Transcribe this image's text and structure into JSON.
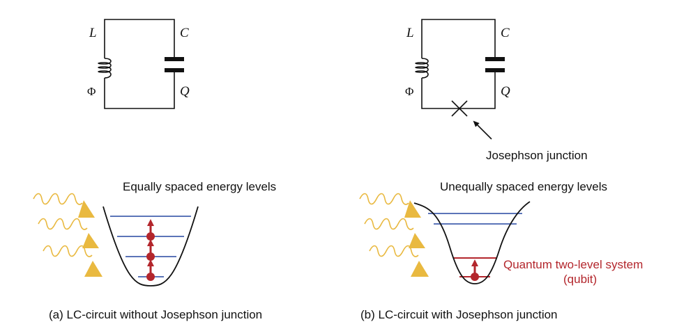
{
  "panel_a": {
    "inductor_label": "L",
    "capacitor_label": "C",
    "flux_label": "Φ",
    "charge_label": "Q",
    "energy_title": "Equally spaced energy levels",
    "caption": "(a) LC-circuit without Josephson junction"
  },
  "panel_b": {
    "inductor_label": "L",
    "capacitor_label": "C",
    "flux_label": "Φ",
    "charge_label": "Q",
    "junction_label": "Josephson junction",
    "energy_title": "Unequally spaced energy levels",
    "qubit_label_line1": "Quantum two-level system",
    "qubit_label_line2": "(qubit)",
    "caption": "(b) LC-circuit with Josephson junction"
  },
  "colors": {
    "wire": "#111111",
    "level_line": "#5b74b8",
    "excitation": "#b3262c",
    "photon": "#e9b940"
  }
}
